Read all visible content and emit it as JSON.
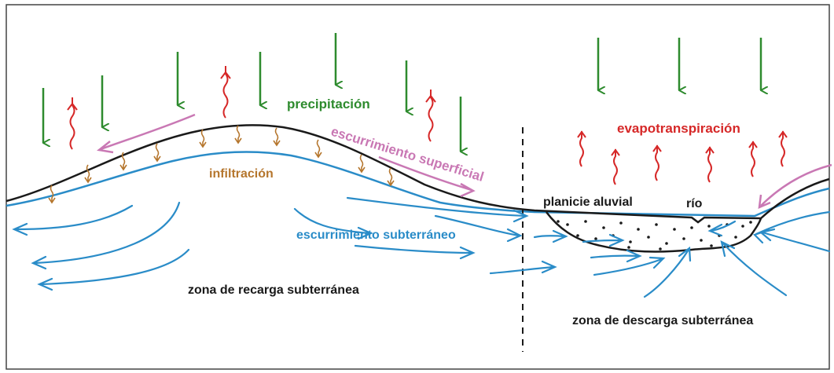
{
  "colors": {
    "precipitation": "#2e8b2e",
    "evapotranspiration": "#d62828",
    "surface_runoff": "#c978b4",
    "infiltration": "#b5762d",
    "groundwater": "#2a8cc8",
    "ground": "#1a1a1a"
  },
  "labels": {
    "precipitation": "precipitación",
    "evapotranspiration": "evapotranspiración",
    "surface_runoff": "escurrimiento superficial",
    "infiltration": "infiltración",
    "floodplain": "planicie aluvial",
    "river": "río",
    "groundwater_flow": "escurrimiento subterráneo",
    "recharge_zone": "zona de recarga subterránea",
    "discharge_zone": "zona de descarga subterránea"
  },
  "icons": {
    "down_arrow": "precipitation-arrow-icon",
    "wavy_up_arrow": "evapotranspiration-arrow-icon"
  }
}
